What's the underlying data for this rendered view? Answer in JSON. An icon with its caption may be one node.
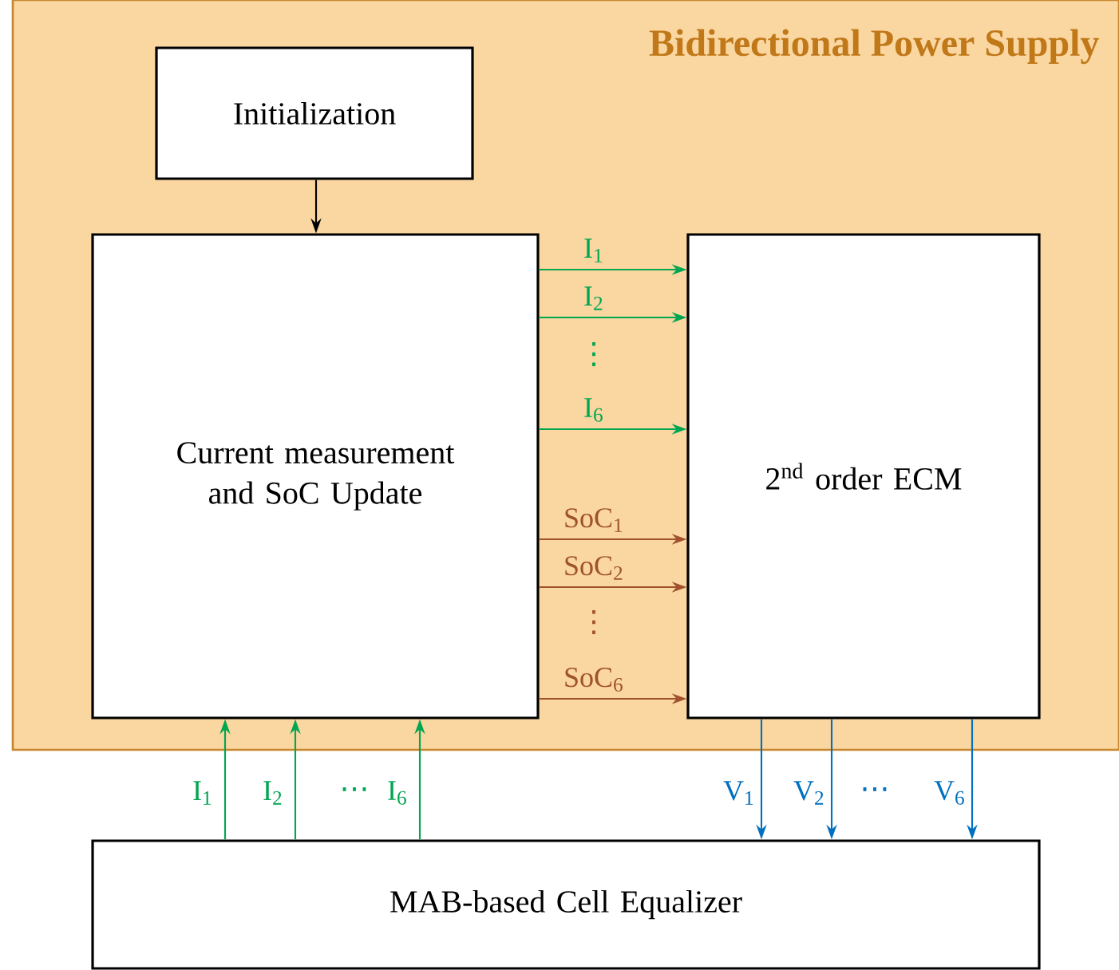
{
  "diagram": {
    "nodes": [
      {
        "text": [
          "Bidirectional Power Supply"
        ]
      },
      {
        "text": [
          "Initialization"
        ],
        "in": 0
      },
      {
        "text": [
          "Current measurement and SoC Update"
        ],
        "in": 0
      },
      {
        "text": [
          "2$^{nd}$ order ECM"
        ],
        "in": 0
      },
      {
        "text": [
          "MAB-based Cell Equalizer"
        ]
      }
    ],
    "edges": [
      {
        "from": 1,
        "to": 2,
        "arrow": "to",
        "color": "#000000"
      },
      {
        "from": 2,
        "to": 3,
        "arrow": "to",
        "label": "I$_{1}$",
        "color": "#00a651"
      },
      {
        "from": 2,
        "to": 3,
        "arrow": "to",
        "label": "I$_{2}$",
        "color": "#00a651"
      },
      {
        "from": 2,
        "to": 3,
        "arrow": "to",
        "label": "I$_{6}$",
        "color": "#00a651"
      },
      {
        "from": 2,
        "to": 3,
        "arrow": "to",
        "label": "SoC$_{1}$",
        "color": "#a0522d"
      },
      {
        "from": 2,
        "to": 3,
        "arrow": "to",
        "label": "SoC$_{2}$",
        "color": "#a0522d"
      },
      {
        "from": 2,
        "to": 3,
        "arrow": "to",
        "label": "SoC$_{6}$",
        "color": "#a0522d"
      },
      {
        "from": 4,
        "to": 2,
        "arrow": "to",
        "label": "I$_{1}$",
        "color": "#00a651"
      },
      {
        "from": 4,
        "to": 2,
        "arrow": "to",
        "label": "I$_{2}$",
        "color": "#00a651"
      },
      {
        "from": 4,
        "to": 2,
        "arrow": "to",
        "label": "I$_{6}$",
        "color": "#00a651"
      },
      {
        "from": 3,
        "to": 4,
        "arrow": "to",
        "label": "V$_{1}$",
        "color": "#0070c0"
      },
      {
        "from": 3,
        "to": 4,
        "arrow": "to",
        "label": "V$_{2}$",
        "color": "#0070c0"
      },
      {
        "from": 3,
        "to": 4,
        "arrow": "to",
        "label": "V$_{6}$",
        "color": "#0070c0"
      }
    ],
    "labels": [
      "⋮",
      "⋮",
      "⋯",
      "⋯"
    ]
  }
}
